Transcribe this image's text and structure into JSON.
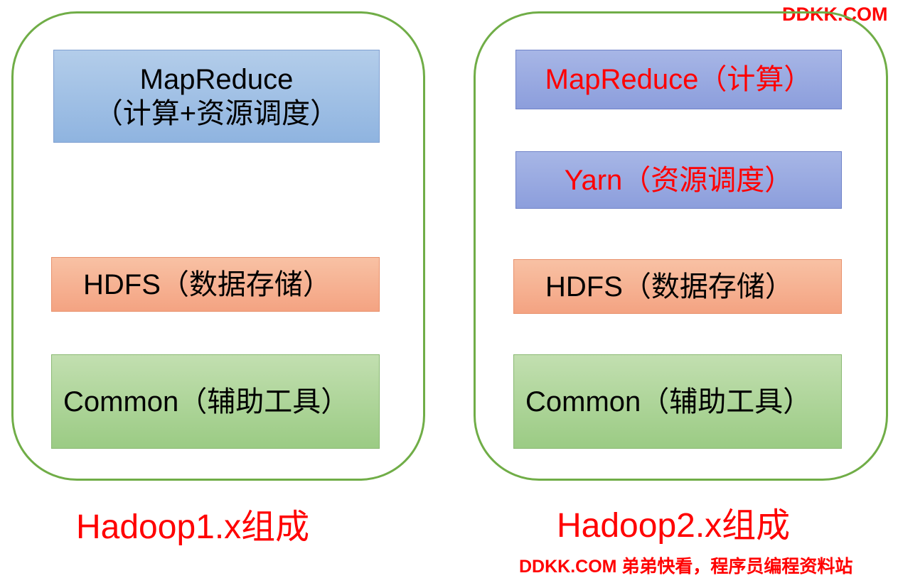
{
  "watermark_top": "DDKK.COM",
  "watermark_bottom": "DDKK.COM 弟弟快看，程序员编程资料站",
  "hadoop1": {
    "mapreduce_line1": "MapReduce",
    "mapreduce_line2": "（计算+资源调度）",
    "hdfs": "HDFS（数据存储）",
    "common": "Common（辅助工具）",
    "caption": "Hadoop1.x组成"
  },
  "hadoop2": {
    "mapreduce": "MapReduce（计算）",
    "yarn": "Yarn（资源调度）",
    "hdfs": "HDFS（数据存储）",
    "common": "Common（辅助工具）",
    "caption": "Hadoop2.x组成"
  },
  "colors": {
    "panel_border": "#70ad47",
    "caption_text": "#ff0000",
    "highlight_text": "#ff0000"
  }
}
